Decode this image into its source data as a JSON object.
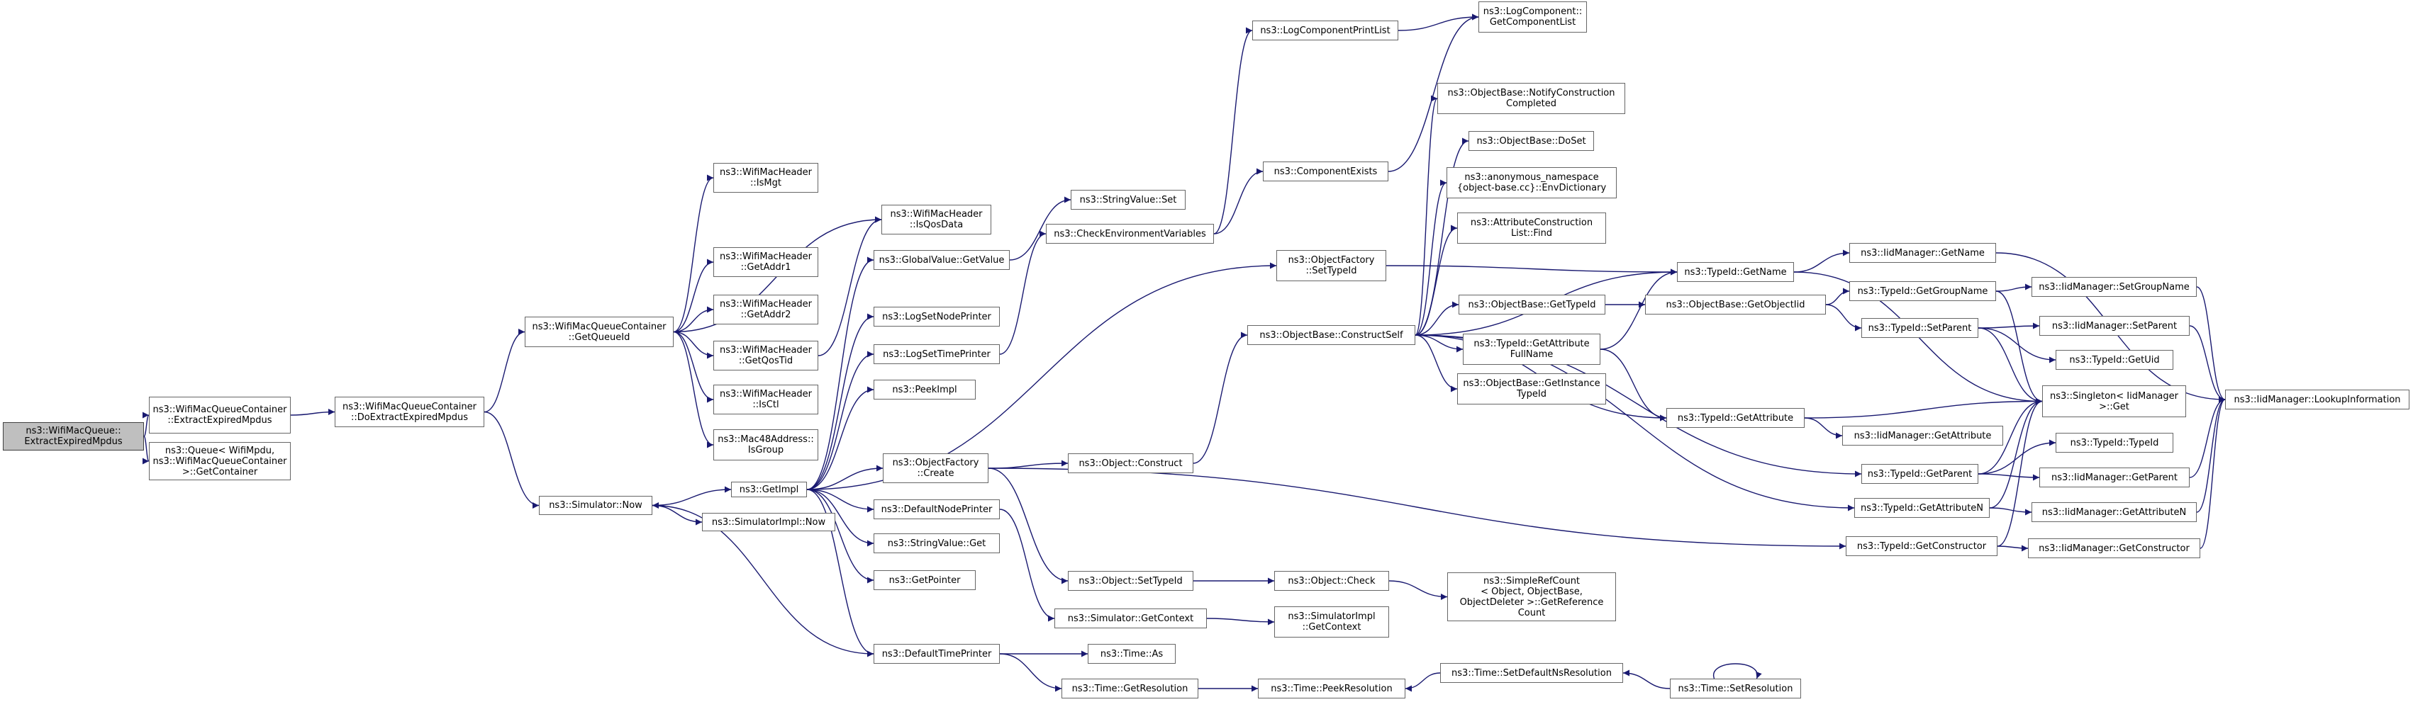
{
  "colors": {
    "edge": "#191970",
    "node_border": "#666666",
    "root_fill": "#bfbfbf"
  },
  "nodes": [
    {
      "id": "n1",
      "lines": [
        "ns3::WifiMacQueue::",
        "ExtractExpiredMpdus"
      ],
      "root": true
    },
    {
      "id": "n2",
      "lines": [
        "ns3::WifiMacQueueContainer",
        "::ExtractExpiredMpdus"
      ]
    },
    {
      "id": "n3",
      "lines": [
        "ns3::Queue< WifiMpdu,",
        "ns3::WifiMacQueueContainer",
        ">::GetContainer"
      ]
    },
    {
      "id": "n4",
      "lines": [
        "ns3::WifiMacQueueContainer",
        "::DoExtractExpiredMpdus"
      ]
    },
    {
      "id": "n5",
      "lines": [
        "ns3::WifiMacQueueContainer",
        "::GetQueueId"
      ]
    },
    {
      "id": "n6",
      "lines": [
        "ns3::Simulator::Now"
      ]
    },
    {
      "id": "n7",
      "lines": [
        "ns3::WifiMacHeader",
        "::IsMgt"
      ]
    },
    {
      "id": "n8",
      "lines": [
        "ns3::WifiMacHeader",
        "::GetAddr1"
      ]
    },
    {
      "id": "n9",
      "lines": [
        "ns3::WifiMacHeader",
        "::GetAddr2"
      ]
    },
    {
      "id": "n10",
      "lines": [
        "ns3::WifiMacHeader",
        "::GetQosTid"
      ]
    },
    {
      "id": "n11",
      "lines": [
        "ns3::WifiMacHeader",
        "::IsCtl"
      ]
    },
    {
      "id": "n12",
      "lines": [
        "ns3::Mac48Address::",
        "IsGroup"
      ]
    },
    {
      "id": "n13",
      "lines": [
        "ns3::WifiMacHeader",
        "::IsQosData"
      ]
    },
    {
      "id": "n14",
      "lines": [
        "ns3::GetImpl"
      ]
    },
    {
      "id": "n15",
      "lines": [
        "ns3::SimulatorImpl::Now"
      ]
    },
    {
      "id": "n16",
      "lines": [
        "ns3::GlobalValue::GetValue"
      ]
    },
    {
      "id": "n17",
      "lines": [
        "ns3::LogSetNodePrinter"
      ]
    },
    {
      "id": "n18",
      "lines": [
        "ns3::LogSetTimePrinter"
      ]
    },
    {
      "id": "n19",
      "lines": [
        "ns3::PeekImpl"
      ]
    },
    {
      "id": "n20",
      "lines": [
        "ns3::ObjectFactory",
        "::Create"
      ]
    },
    {
      "id": "n21",
      "lines": [
        "ns3::DefaultNodePrinter"
      ]
    },
    {
      "id": "n22",
      "lines": [
        "ns3::StringValue::Get"
      ]
    },
    {
      "id": "n23",
      "lines": [
        "ns3::GetPointer"
      ]
    },
    {
      "id": "n24",
      "lines": [
        "ns3::DefaultTimePrinter"
      ]
    },
    {
      "id": "n25",
      "lines": [
        "ns3::StringValue::Set"
      ]
    },
    {
      "id": "n26",
      "lines": [
        "ns3::CheckEnvironmentVariables"
      ]
    },
    {
      "id": "n27",
      "lines": [
        "ns3::Object::Construct"
      ]
    },
    {
      "id": "n28",
      "lines": [
        "ns3::Object::SetTypeId"
      ]
    },
    {
      "id": "n29",
      "lines": [
        "ns3::Simulator::GetContext"
      ]
    },
    {
      "id": "n30",
      "lines": [
        "ns3::Time::As"
      ]
    },
    {
      "id": "n31",
      "lines": [
        "ns3::Time::GetResolution"
      ]
    },
    {
      "id": "n32",
      "lines": [
        "ns3::LogComponentPrintList"
      ]
    },
    {
      "id": "n33",
      "lines": [
        "ns3::LogComponent::",
        "GetComponentList"
      ]
    },
    {
      "id": "n34",
      "lines": [
        "ns3::ComponentExists"
      ]
    },
    {
      "id": "n35",
      "lines": [
        "ns3::ObjectFactory",
        "::SetTypeId"
      ]
    },
    {
      "id": "n36",
      "lines": [
        "ns3::ObjectBase::ConstructSelf"
      ]
    },
    {
      "id": "n37",
      "lines": [
        "ns3::Object::Check"
      ]
    },
    {
      "id": "n38",
      "lines": [
        "ns3::SimulatorImpl",
        "::GetContext"
      ]
    },
    {
      "id": "n39",
      "lines": [
        "ns3::Time::PeekResolution"
      ]
    },
    {
      "id": "n40",
      "lines": [
        "ns3::ObjectBase::NotifyConstruction",
        "Completed"
      ]
    },
    {
      "id": "n41",
      "lines": [
        "ns3::ObjectBase::DoSet"
      ]
    },
    {
      "id": "n42",
      "lines": [
        "ns3::anonymous_namespace",
        "{object-base.cc}::EnvDictionary"
      ]
    },
    {
      "id": "n43",
      "lines": [
        "ns3::AttributeConstruction",
        "List::Find"
      ]
    },
    {
      "id": "n44",
      "lines": [
        "ns3::ObjectBase::GetTypeId"
      ]
    },
    {
      "id": "n45",
      "lines": [
        "ns3::TypeId::GetAttribute",
        "FullName"
      ]
    },
    {
      "id": "n46",
      "lines": [
        "ns3::ObjectBase::GetInstance",
        "TypeId"
      ]
    },
    {
      "id": "n47",
      "lines": [
        "ns3::SimpleRefCount",
        "< Object, ObjectBase,",
        "ObjectDeleter >::GetReference",
        "Count"
      ]
    },
    {
      "id": "n48",
      "lines": [
        "ns3::Time::SetDefaultNsResolution"
      ]
    },
    {
      "id": "n49",
      "lines": [
        "ns3::TypeId::GetName"
      ]
    },
    {
      "id": "n50",
      "lines": [
        "ns3::ObjectBase::GetObjectIid"
      ]
    },
    {
      "id": "n51",
      "lines": [
        "ns3::TypeId::GetAttribute"
      ]
    },
    {
      "id": "n52",
      "lines": [
        "ns3::TypeId::GetParent"
      ]
    },
    {
      "id": "n53",
      "lines": [
        "ns3::TypeId::GetAttributeN"
      ]
    },
    {
      "id": "n54",
      "lines": [
        "ns3::TypeId::GetConstructor"
      ]
    },
    {
      "id": "n55",
      "lines": [
        "ns3::Time::SetResolution"
      ]
    },
    {
      "id": "n56",
      "lines": [
        "ns3::IidManager::GetName"
      ]
    },
    {
      "id": "n57",
      "lines": [
        "ns3::TypeId::GetGroupName"
      ]
    },
    {
      "id": "n58",
      "lines": [
        "ns3::TypeId::SetParent"
      ]
    },
    {
      "id": "n59",
      "lines": [
        "ns3::Singleton< IidManager",
        ">::Get"
      ]
    },
    {
      "id": "n60",
      "lines": [
        "ns3::IidManager::GetAttribute"
      ]
    },
    {
      "id": "n61",
      "lines": [
        "ns3::IidManager::SetGroupName"
      ]
    },
    {
      "id": "n62",
      "lines": [
        "ns3::IidManager::SetParent"
      ]
    },
    {
      "id": "n63",
      "lines": [
        "ns3::TypeId::GetUid"
      ]
    },
    {
      "id": "n64",
      "lines": [
        "ns3::TypeId::TypeId"
      ]
    },
    {
      "id": "n65",
      "lines": [
        "ns3::IidManager::GetParent"
      ]
    },
    {
      "id": "n66",
      "lines": [
        "ns3::IidManager::GetAttributeN"
      ]
    },
    {
      "id": "n67",
      "lines": [
        "ns3::IidManager::GetConstructor"
      ]
    },
    {
      "id": "n68",
      "lines": [
        "ns3::IidManager::LookupInformation"
      ]
    }
  ],
  "edges": [
    [
      "n1",
      "n2"
    ],
    [
      "n1",
      "n3"
    ],
    [
      "n2",
      "n4"
    ],
    [
      "n4",
      "n5"
    ],
    [
      "n4",
      "n6"
    ],
    [
      "n5",
      "n7"
    ],
    [
      "n5",
      "n13"
    ],
    [
      "n5",
      "n8"
    ],
    [
      "n5",
      "n9"
    ],
    [
      "n5",
      "n10"
    ],
    [
      "n5",
      "n11"
    ],
    [
      "n5",
      "n12"
    ],
    [
      "n10",
      "n13"
    ],
    [
      "n6",
      "n14"
    ],
    [
      "n6",
      "n15"
    ],
    [
      "n14",
      "n16"
    ],
    [
      "n14",
      "n17"
    ],
    [
      "n14",
      "n18"
    ],
    [
      "n14",
      "n19"
    ],
    [
      "n14",
      "n20"
    ],
    [
      "n14",
      "n21"
    ],
    [
      "n14",
      "n22"
    ],
    [
      "n14",
      "n23"
    ],
    [
      "n14",
      "n24"
    ],
    [
      "n14",
      "n35"
    ],
    [
      "n16",
      "n25"
    ],
    [
      "n18",
      "n26"
    ],
    [
      "n26",
      "n32"
    ],
    [
      "n26",
      "n34"
    ],
    [
      "n32",
      "n33"
    ],
    [
      "n34",
      "n33"
    ],
    [
      "n20",
      "n27"
    ],
    [
      "n20",
      "n28"
    ],
    [
      "n20",
      "n54"
    ],
    [
      "n21",
      "n29"
    ],
    [
      "n24",
      "n30"
    ],
    [
      "n24",
      "n31"
    ],
    [
      "n24",
      "n6"
    ],
    [
      "n27",
      "n36"
    ],
    [
      "n28",
      "n37"
    ],
    [
      "n29",
      "n38"
    ],
    [
      "n31",
      "n39"
    ],
    [
      "n37",
      "n47"
    ],
    [
      "n35",
      "n49"
    ],
    [
      "n36",
      "n40"
    ],
    [
      "n36",
      "n41"
    ],
    [
      "n36",
      "n42"
    ],
    [
      "n36",
      "n43"
    ],
    [
      "n36",
      "n44"
    ],
    [
      "n36",
      "n45"
    ],
    [
      "n36",
      "n46"
    ],
    [
      "n36",
      "n49"
    ],
    [
      "n36",
      "n51"
    ],
    [
      "n36",
      "n52"
    ],
    [
      "n36",
      "n53"
    ],
    [
      "n44",
      "n50"
    ],
    [
      "n45",
      "n49"
    ],
    [
      "n45",
      "n51"
    ],
    [
      "n48",
      "n39"
    ],
    [
      "n55",
      "n48"
    ],
    [
      "n55",
      "n55"
    ],
    [
      "n49",
      "n56"
    ],
    [
      "n49",
      "n59"
    ],
    [
      "n50",
      "n57"
    ],
    [
      "n50",
      "n58"
    ],
    [
      "n51",
      "n59"
    ],
    [
      "n51",
      "n60"
    ],
    [
      "n52",
      "n59"
    ],
    [
      "n52",
      "n64"
    ],
    [
      "n52",
      "n65"
    ],
    [
      "n53",
      "n59"
    ],
    [
      "n53",
      "n66"
    ],
    [
      "n54",
      "n59"
    ],
    [
      "n54",
      "n67"
    ],
    [
      "n56",
      "n68"
    ],
    [
      "n57",
      "n59"
    ],
    [
      "n57",
      "n61"
    ],
    [
      "n58",
      "n59"
    ],
    [
      "n58",
      "n62"
    ],
    [
      "n58",
      "n63"
    ],
    [
      "n61",
      "n68"
    ],
    [
      "n62",
      "n68"
    ],
    [
      "n65",
      "n68"
    ],
    [
      "n66",
      "n68"
    ],
    [
      "n67",
      "n68"
    ]
  ]
}
